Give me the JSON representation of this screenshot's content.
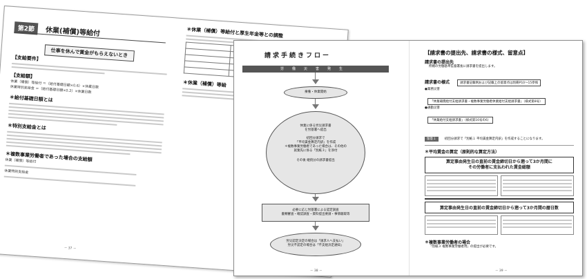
{
  "left_page": {
    "badge": "第2節",
    "title": "休業(補償)等給付",
    "subtitle": "仕事を休んで賃金がもらえないとき",
    "h1": "【支給要件】",
    "h2": "【支給額】",
    "formula1": "休業（補償）等給付 ＝（給付基礎日額×0.6）×休業日数",
    "formula2": "休業特別支給金 ＝（給付基礎日額×0.2）×休業日数",
    "h3": "＊給付基礎日額とは",
    "h4": "＊特別支給金とは",
    "h5": "＊複数事業労働者であった場合の支給額",
    "sub_a": "休業（補償）等給付",
    "sub_b": "休業特別支給金",
    "page": "－ 37 －"
  },
  "middle_page": {
    "h1": "＊休業（補償）等給付と厚生年金等との調整",
    "h2": "＊休業（補償）等給"
  },
  "front_page": {
    "flow_title": "請求手続きフロー",
    "band": "労働災害発生",
    "step1": "療養・休業開始",
    "step2_1": "休業に係る労災請求書",
    "step2_2": "を労基署へ提出",
    "step2_3": "初回分請求で",
    "step2_4": "「平均賃金算定内訳」を作成",
    "step2_5": "＊複数事業労働者であった場合は、その他の",
    "step2_6": "就業先に係る「別紙３」を添付",
    "step2_7": "その後 継続分の請求書提出",
    "step3_1": "必要に応じ労基署による認定調査",
    "step3_2": "書類審査・確認調査・資料提出要請・事情聴取等",
    "step4_1": "労災認定決定の場合は「請求人へ支払い」",
    "step4_2": "労災不認定の場合は「不支給決定通知」",
    "page_left": "－ 38 －",
    "r_h1": "【請求書の提出先、請求書の様式、留意点】",
    "r_h2": "請求書の提出先",
    "r_t1": "所轄の労働基準監督署長に請求書を提出します。",
    "r_h3": "請求書の様式",
    "r_box1": "請求書記載例および記載上の留意点は別冊P10～15参照",
    "r_b1": "●業務災害",
    "r_box2": "「休業補償給付支給請求書・複数事業労働者休業給付支給請求書」（様式第8号）",
    "r_b2": "●通勤災害",
    "r_box3": "「休業給付支給請求書」（様式第16号の6）",
    "r_note_label": "留意１",
    "r_note": "初回分請求で「別紙１ 平均賃金算定内訳」を作成することになります。",
    "r_h4": "＊平均賃金の算定（原則的な算定方法）",
    "r_rule1": "算定事由発生日の直前の賃金締切日から遡って3か月間に\nその労働者に支払われた賃金総額",
    "r_rule2": "算定事由発生日の直前の賃金締切日から遡って3か月間の暦日数",
    "r_h5": "＊複数事業労働者の場合",
    "r_t2": "「別紙３ 複数事業労働者用」の提出が必要です。",
    "page_right": "－ 39 －"
  }
}
